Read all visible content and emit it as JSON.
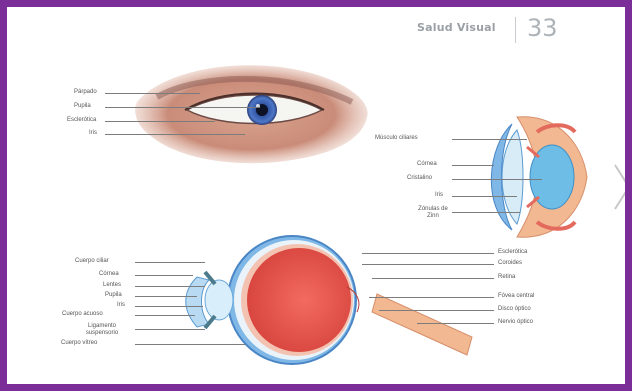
{
  "header": {
    "section_title": "Salud Visual",
    "page_number": "33"
  },
  "figures": {
    "external_eye": {
      "labels": [
        "Párpado",
        "Pupila",
        "Esclerótica",
        "Iris"
      ]
    },
    "anterior_section": {
      "labels": [
        "Músculo ciliares",
        "Córnea",
        "Cristalino",
        "Iris",
        "Zónulas de Zinn"
      ]
    },
    "eyeball_section": {
      "left_labels": [
        "Cuerpo ciliar",
        "Córnea",
        "Lentes",
        "Pupila",
        "Iris",
        "Cuerpo acuoso",
        "Ligamento suspensorio",
        "Cuerpo vítreo"
      ],
      "right_labels": [
        "Esclerótica",
        "Coroides",
        "Retina",
        "Fóvea central",
        "Disco óptico",
        "Nervio óptico"
      ]
    }
  },
  "colors": {
    "frame": "#7b2d98",
    "sclera": "#e9eef3",
    "iris": "#3f63b8",
    "lens": "#86c8ea",
    "vitreous": "#e8514f",
    "muscle": "#f2b891"
  }
}
